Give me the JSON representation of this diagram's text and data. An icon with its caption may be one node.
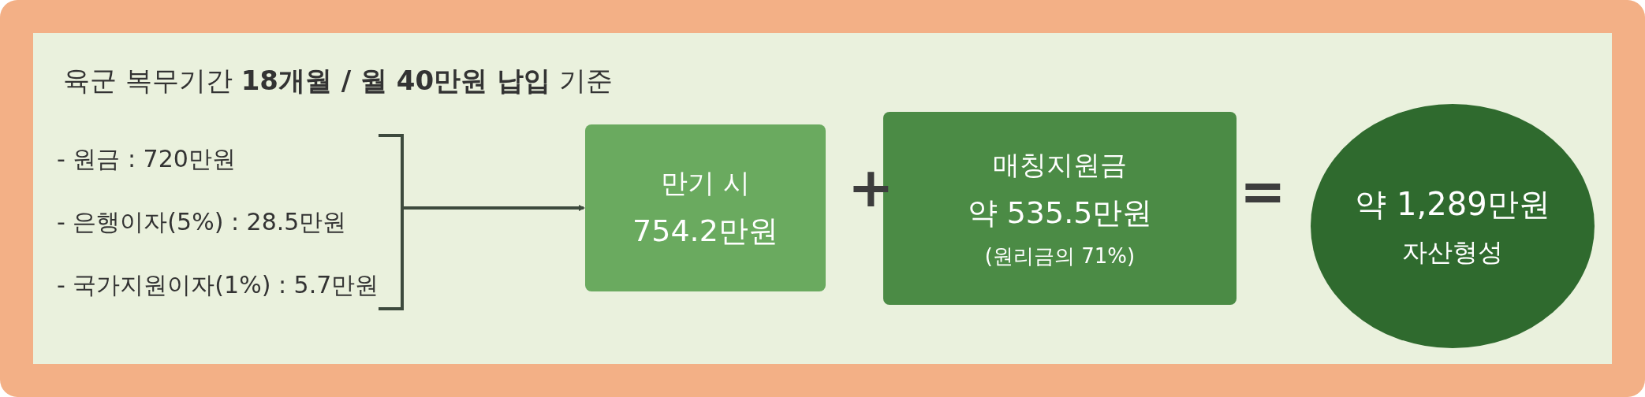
{
  "diagram": {
    "title": "육군 복무기간 **18개월 / 월 40만원 납입** 기준",
    "nodes": [
      {
        "text": [
          "- 원금 : 720만원",
          "- 은행이자(5%) : 28.5만원",
          "- 국가지원이자(1%) : 5.7만원"
        ]
      },
      {
        "text": [
          "만기 시",
          "754.2만원"
        ]
      },
      {
        "text": [
          "매칭지원금",
          "약 535.5만원",
          "(원리금의 71%)"
        ]
      },
      {
        "text": [
          "약 1,289만원",
          "자산형성"
        ]
      }
    ],
    "edges": [
      {
        "from": 0,
        "to": 1,
        "arrow": "to"
      }
    ],
    "labels": [
      "+",
      "="
    ]
  }
}
